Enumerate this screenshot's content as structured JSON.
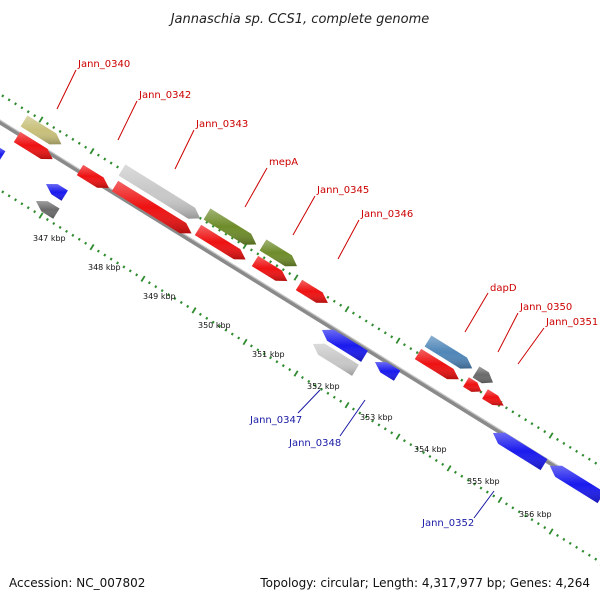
{
  "title": "Jannaschia sp. CCS1, complete genome",
  "footer": {
    "accession": "Accession: NC_007802",
    "summary": "Topology: circular; Length: 4,317,977 bp; Genes: 4,264"
  },
  "ruler_labels": [
    "347 kbp",
    "348 kbp",
    "349 kbp",
    "350 kbp",
    "351 kbp",
    "352 kbp",
    "353 kbp",
    "354 kbp",
    "355 kbp",
    "356 kbp"
  ],
  "gene_labels_forward": [
    "Jann_0340",
    "Jann_0342",
    "Jann_0343",
    "mepA",
    "Jann_0345",
    "Jann_0346",
    "dapD",
    "Jann_0350",
    "Jann_0351"
  ],
  "gene_labels_reverse": [
    "Jann_0347",
    "Jann_0348",
    "Jann_0352"
  ],
  "colors": {
    "forward_label": "#cc0000",
    "reverse_label": "#1a1aa6",
    "red": "#ee1111",
    "blue": "#1a1aee",
    "olive": "#6e8c2a",
    "khaki": "#c8c07a",
    "silver": "#c8c8c8",
    "gray": "#6a6a6a",
    "steelblue": "#4f86b8",
    "backbone": "#8a8a8a",
    "dots": "#2e8b2e"
  }
}
